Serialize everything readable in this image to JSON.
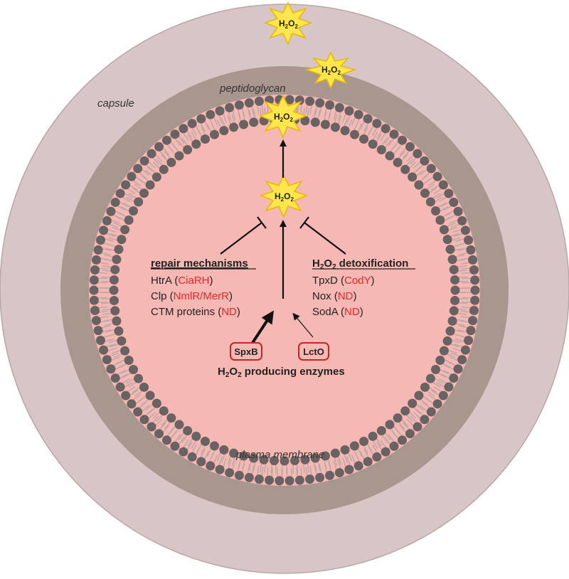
{
  "labels": {
    "capsule": "capsule",
    "peptidoglycan": "peptidoglycan",
    "plasma_membrane": "plasma membrane"
  },
  "h2o2": {
    "main": "H",
    "sub2": "2",
    "o": "O",
    "sub2b": "2"
  },
  "repair": {
    "heading": "repair mechanisms",
    "items": [
      {
        "name": "HtrA (",
        "reg": "CiaRH",
        "close": ")"
      },
      {
        "name": "Clp (",
        "reg": "NmlR/MerR",
        "close": ")"
      },
      {
        "name": "CTM proteins (",
        "reg": "ND",
        "close": ")"
      }
    ]
  },
  "detox": {
    "heading_h": "H",
    "heading_sub1": "2",
    "heading_o": "O",
    "heading_sub2": "2",
    "heading_rest": " detoxification",
    "items": [
      {
        "name": "TpxD (",
        "reg": "CodY",
        "close": ")"
      },
      {
        "name": "Nox (",
        "reg": "ND",
        "close": ")"
      },
      {
        "name": "SodA (",
        "reg": "ND",
        "close": ")"
      }
    ]
  },
  "enzymes": {
    "spxb": "SpxB",
    "lcto": "LctO",
    "caption_h": "H",
    "caption_sub1": "2",
    "caption_o": "O",
    "caption_sub2": "2",
    "caption_rest": " producing enzymes"
  },
  "colors": {
    "outer_capsule": "#d8c6c6",
    "peptidoglycan": "#a8968f",
    "cytoplasm": "#f6b8b2",
    "membrane_head": "#6a6262",
    "membrane_tail": "#b8a8a8",
    "star_fill": "#ffe64d",
    "star_stroke": "#e8b800",
    "regulator_red": "#e8262a",
    "enzyme_box": "#c0262a"
  }
}
